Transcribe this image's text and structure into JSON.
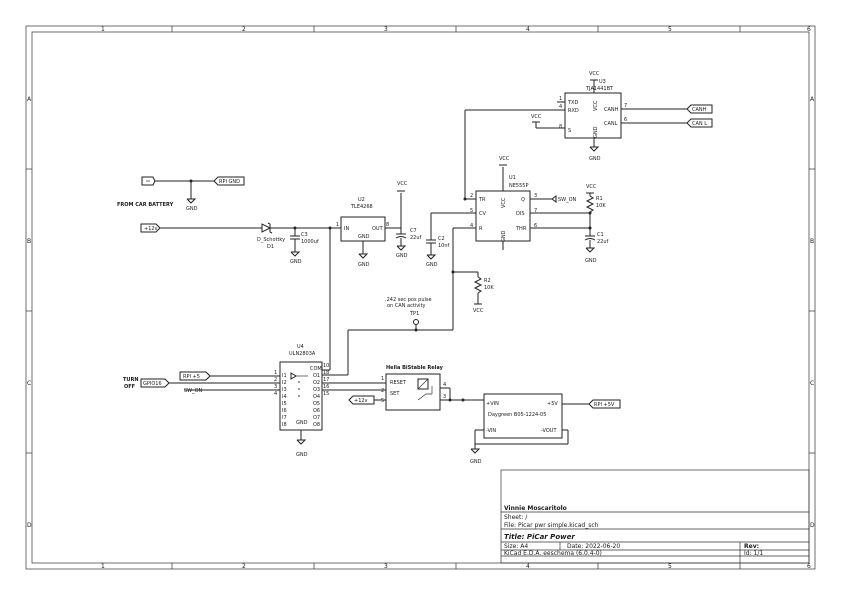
{
  "frame": {
    "columns": [
      "1",
      "2",
      "3",
      "4",
      "5",
      "6"
    ],
    "rows": [
      "A",
      "B",
      "C",
      "D"
    ]
  },
  "components": {
    "u1": {
      "ref": "U1",
      "value": "NE555P",
      "pins": {
        "tr": "TR",
        "cv": "CV",
        "r": "R",
        "q": "Q",
        "dis": "DIS",
        "thr": "THR",
        "vcc": "VCC",
        "gnd": "GND"
      },
      "pin_numbers": {
        "tr": "2",
        "cv": "5",
        "r": "4",
        "q": "3",
        "dis": "7",
        "thr": "6"
      }
    },
    "u2": {
      "ref": "U2",
      "value": "TLE4268",
      "pins": {
        "in": "IN",
        "out": "OUT",
        "gnd": "GND"
      },
      "pin_numbers": {
        "in": "1",
        "out": "8"
      }
    },
    "u3": {
      "ref": "U3",
      "value": "TJA1441BT",
      "pins": {
        "txd": "TXD",
        "rxd": "RXD",
        "s": "S",
        "canh": "CANH",
        "canl": "CANL",
        "vcc": "VCC",
        "gnd": "GND"
      },
      "pin_numbers": {
        "txd": "1",
        "rxd": "4",
        "s": "8",
        "canh": "7",
        "canl": "6"
      }
    },
    "u4": {
      "ref": "U4",
      "value": "ULN2803A",
      "pins": {
        "com": "COM",
        "i1": "I1",
        "i2": "I2",
        "i3": "I3",
        "i4": "I4",
        "i5": "I5",
        "i6": "I6",
        "i7": "I7",
        "i8": "I8",
        "o1": "O1",
        "o2": "O2",
        "o3": "O3",
        "o4": "O4",
        "o5": "O5",
        "o6": "O6",
        "o7": "O7",
        "o8": "O8",
        "gnd": "GND"
      },
      "pin_numbers": {
        "com": "10",
        "o1": "18",
        "o2": "17",
        "o3": "16",
        "o4": "15",
        "i1": "1",
        "i2": "2",
        "i3": "3",
        "i4": "4"
      }
    },
    "relay": {
      "title": "Hella BiStable Relay",
      "reset": "RESET",
      "set": "SET",
      "pin_numbers": {
        "reset": "1",
        "set": "2",
        "p5": "5",
        "p4": "4",
        "p3": "3"
      }
    },
    "dcdc": {
      "value": "Daygreen B05-1224-05",
      "pins": {
        "vin_p": "+VIN",
        "vout_p": "+5V",
        "vin_n": "-VIN",
        "vout_n": "-VOUT"
      }
    },
    "d1": {
      "ref": "D1",
      "value": "D_Schottky"
    },
    "c1": {
      "ref": "C1",
      "value": "22uf"
    },
    "c2": {
      "ref": "C2",
      "value": "10nf"
    },
    "c3": {
      "ref": "C3",
      "value": "1000uf"
    },
    "c7": {
      "ref": "C7",
      "value": "22uf"
    },
    "r1": {
      "ref": "R1",
      "value": "10K"
    },
    "r2": {
      "ref": "R2",
      "value": "10K"
    },
    "tp1": {
      "ref": "TP1",
      "note_line1": ".242 sec pos pulse",
      "note_line2": "on CAN activity"
    }
  },
  "labels": {
    "vcc": "VCC",
    "gnd": "GND",
    "rpi_gnd": "RPI GND",
    "from_car_battery": "FROM CAR BATTERY",
    "p12": "+12v",
    "rpi_p5": "RPI +5",
    "turn_off_1": "TURN",
    "turn_off_2": "OFF",
    "gpio16": "GPIO16",
    "sw_on": "SW_ON",
    "canh": "CANH",
    "canl": "CAN L",
    "rpi_p5v": "RPI +5V"
  },
  "title_block": {
    "author": "Vinnie Moscaritolo",
    "sheet": "Sheet: /",
    "file": "File: Picar pwr simple.kicad_sch",
    "title": "Title: PiCar Power",
    "size": "Size: A4",
    "date": "Date: 2022-06-20",
    "rev": "Rev:",
    "tool": "KiCad E.D.A.  eeschema (6.0.4-0)",
    "id": "Id: 1/1"
  }
}
